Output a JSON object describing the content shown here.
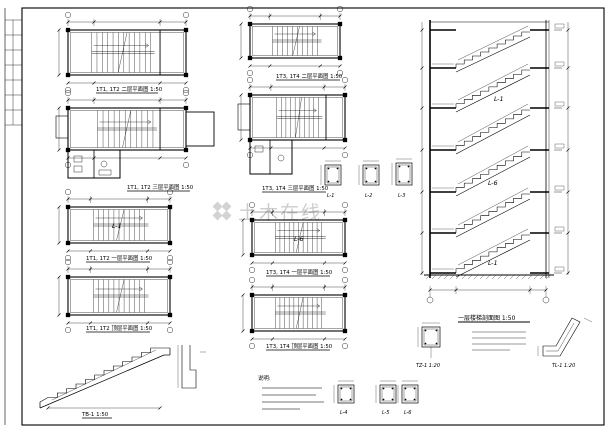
{
  "sheet": {
    "watermark": "土木在线"
  },
  "titles": {
    "plan_1t1_second": "1T1, 1T2 二层平面图 1:50",
    "plan_1t1_third": "1T1, 1T2 三层平面图 1:50",
    "plan_1t1_first": "1T1, 1T2 一层平面图 1:50",
    "plan_1t1_top": "1T1, 1T2 顶层平面图 1:50",
    "plan_1t3_second": "1T3, 1T4 二层平面图 1:50",
    "plan_1t3_third": "1T3, 1T4 三层平面图 1:50",
    "plan_1t3_first": "1T3, 1T4 一层平面图 1:50",
    "plan_1t3_top": "1T3, 1T4 顶层平面图 1:50",
    "section": "一层楼梯剖面图 1:50",
    "tb1": "TB-1 1:50",
    "tz1": "TZ-1 1:20",
    "tl1": "TL-1 1:20"
  },
  "details": {
    "l1": "L-1",
    "l2": "L-2",
    "l3": "L-3",
    "l4": "L-4",
    "l5": "L-5",
    "l6": "L-6"
  },
  "plan_labels": {
    "plan_1t1_first": "L-1",
    "plan_1t3_first": "L-6"
  },
  "section_labels": [
    "L-1",
    "L-6",
    "L-1"
  ],
  "notes": {
    "heading": "说明:"
  },
  "colors": {
    "line": "#000000",
    "watermark": "#c8c8c8"
  }
}
